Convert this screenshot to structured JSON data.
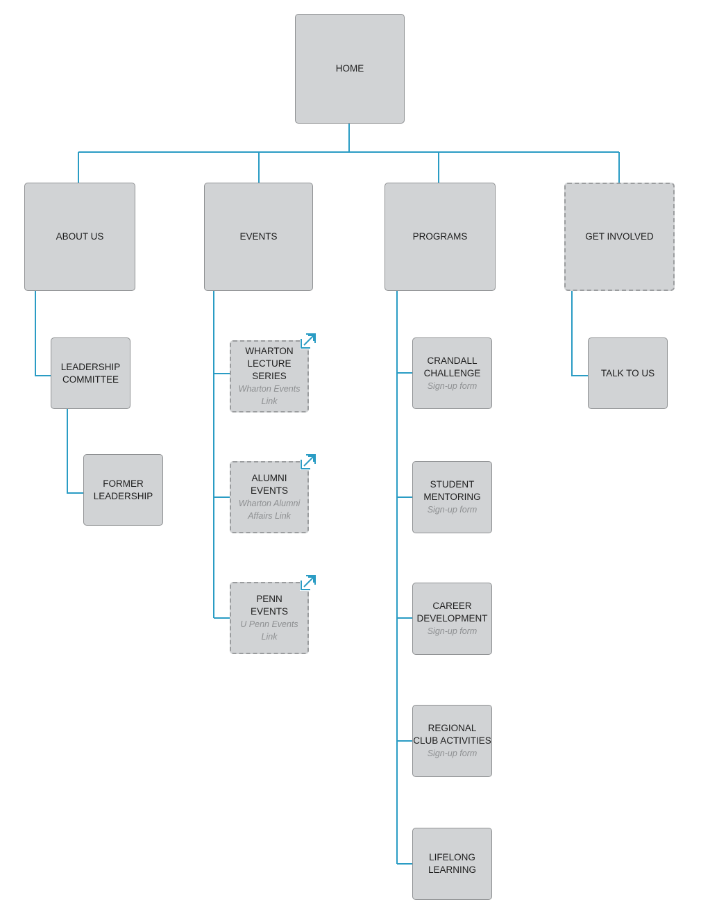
{
  "colors": {
    "connector": "#2a9cc4",
    "node_fill": "#d1d3d5",
    "node_border": "#8e9092",
    "link_icon": "#2a9cc4"
  },
  "home": {
    "label": "HOME"
  },
  "sections": {
    "about_us": {
      "label": "ABOUT US",
      "children": [
        {
          "label": "LEADERSHIP\nCOMMITTEE"
        },
        {
          "label": "FORMER\nLEADERSHIP"
        }
      ]
    },
    "events": {
      "label": "EVENTS",
      "children": [
        {
          "label": "WHARTON\nLECTURE\nSERIES",
          "sub": "Wharton Events\nLink",
          "external_link": true,
          "icon": "external-link-icon"
        },
        {
          "label": "ALUMNI\nEVENTS",
          "sub": "Wharton Alumni\nAffairs Link",
          "external_link": true,
          "icon": "external-link-icon"
        },
        {
          "label": "PENN\nEVENTS",
          "sub": "U Penn Events\nLink",
          "external_link": true,
          "icon": "external-link-icon"
        }
      ]
    },
    "programs": {
      "label": "PROGRAMS",
      "children": [
        {
          "label": "CRANDALL\nCHALLENGE",
          "sub": "Sign-up form"
        },
        {
          "label": "STUDENT\nMENTORING",
          "sub": "Sign-up form"
        },
        {
          "label": "CAREER\nDEVELOPMENT",
          "sub": "Sign-up form"
        },
        {
          "label": "REGIONAL\nCLUB ACTIVITIES",
          "sub": "Sign-up form"
        },
        {
          "label": "LIFELONG\nLEARNING"
        }
      ]
    },
    "get_involved": {
      "label": "GET INVOLVED",
      "children": [
        {
          "label": "TALK TO US"
        }
      ]
    }
  }
}
